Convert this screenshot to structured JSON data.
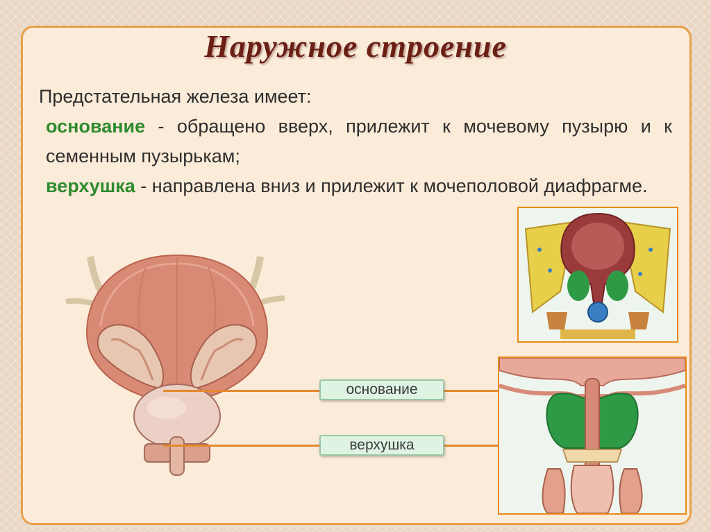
{
  "title": "Наружное строение",
  "intro": "Предстательная железа имеет:",
  "base": {
    "term": "основание",
    "desc": " - обращено вверх, прилежит  к  мочевому пузырю и к семенным пузырькам;"
  },
  "apex": {
    "term": "верхушка",
    "desc": " - направлена вниз и прилежит к мочеполовой диафрагме."
  },
  "labels": {
    "base": "основание",
    "apex": "верхушка"
  },
  "colors": {
    "title": "#6b1f15",
    "term": "#2e8b2e",
    "frame": "#e98a1a",
    "leader": "#e38a2f",
    "prostate_highlight": "#3aa84e"
  }
}
